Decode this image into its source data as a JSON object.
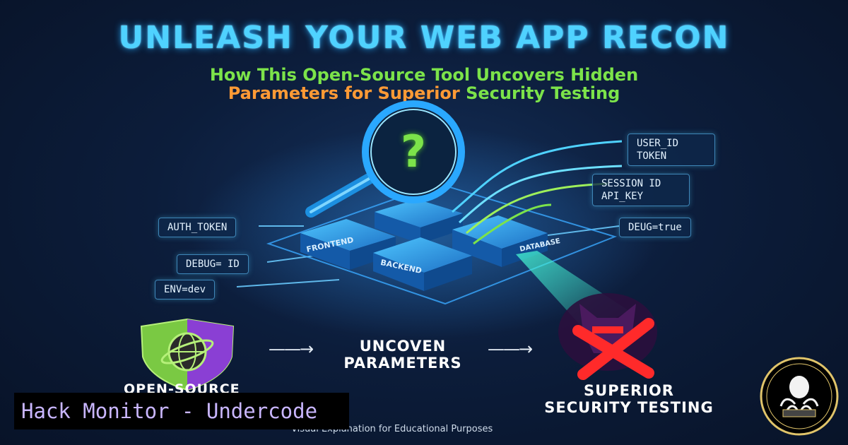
{
  "title": "UNLEASH YOUR WEB APP RECON",
  "subtitle": {
    "line1": "How This Open-Source Tool Uncovers Hidden",
    "line2_part1": "Parameters for Superior",
    "line2_part2": " Security Testing"
  },
  "parameters": {
    "auth_token": "AUTH_TOKEN",
    "debug_id": "DEBUG= ID",
    "env": "ENV=dev",
    "user_id": "USER_ID",
    "token": "TOKEN",
    "session_id": "SESSION ID",
    "api_key": "API_KEY",
    "debug_true": "DEUG=true"
  },
  "blocks": {
    "frontend": "FRONTEND",
    "backend": "BACKEND",
    "database": "DATABASE"
  },
  "magnifier_symbol": "?",
  "flow": {
    "shield_label": "OPEN-SOURCE",
    "middle_line1": "UNCOVEN",
    "middle_line2": "PARAMETERS",
    "result_line1": "SUPERIOR",
    "result_line2": "SECURITY TESTING",
    "arrow": "——→"
  },
  "brand": "Hack Monitor - Undercode",
  "footer": "Visual Explanation for Educational Purposes",
  "colors": {
    "cyan": "#4fd2ff",
    "green": "#7ce34a",
    "orange": "#ff9a35",
    "purple": "#9b3fe0",
    "red": "#ff2a2a"
  },
  "icons": [
    "magnifier-icon",
    "shield-globe-icon",
    "hacker-icon",
    "cross-icon",
    "octopus-badge-icon"
  ]
}
